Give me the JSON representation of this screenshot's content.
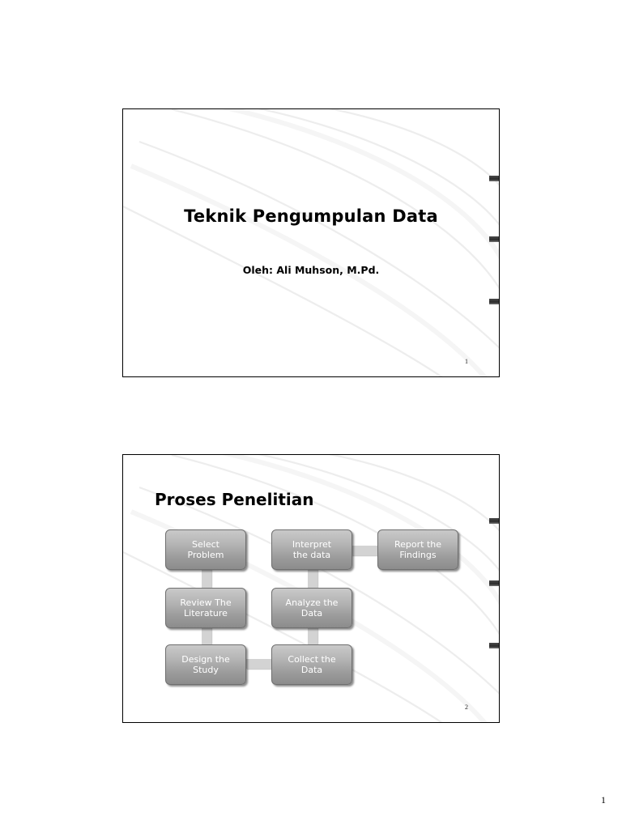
{
  "document": {
    "sheet_number": "1"
  },
  "slides": [
    {
      "id": "slide-1",
      "title": "Teknik Pengumpulan Data",
      "subtitle": "Oleh: Ali Muhson, M.Pd.",
      "page_number": "1"
    },
    {
      "id": "slide-2",
      "title": "Proses Penelitian",
      "page_number": "2",
      "diagram": {
        "type": "flowchart",
        "nodes": [
          {
            "id": "select-problem",
            "label": "Select\nProblem"
          },
          {
            "id": "review-literature",
            "label": "Review The\nLiterature"
          },
          {
            "id": "design-study",
            "label": "Design the\nStudy"
          },
          {
            "id": "collect-data",
            "label": "Collect the\nData"
          },
          {
            "id": "analyze-data",
            "label": "Analyze the\nData"
          },
          {
            "id": "interpret-data",
            "label": "Interpret\nthe data"
          },
          {
            "id": "report-findings",
            "label": "Report the\nFindings"
          }
        ]
      }
    }
  ],
  "colors": {
    "node_fill": "#b0b0b0",
    "node_text": "#ffffff",
    "connector": "#d3d3d3",
    "frame_border": "#000000"
  }
}
